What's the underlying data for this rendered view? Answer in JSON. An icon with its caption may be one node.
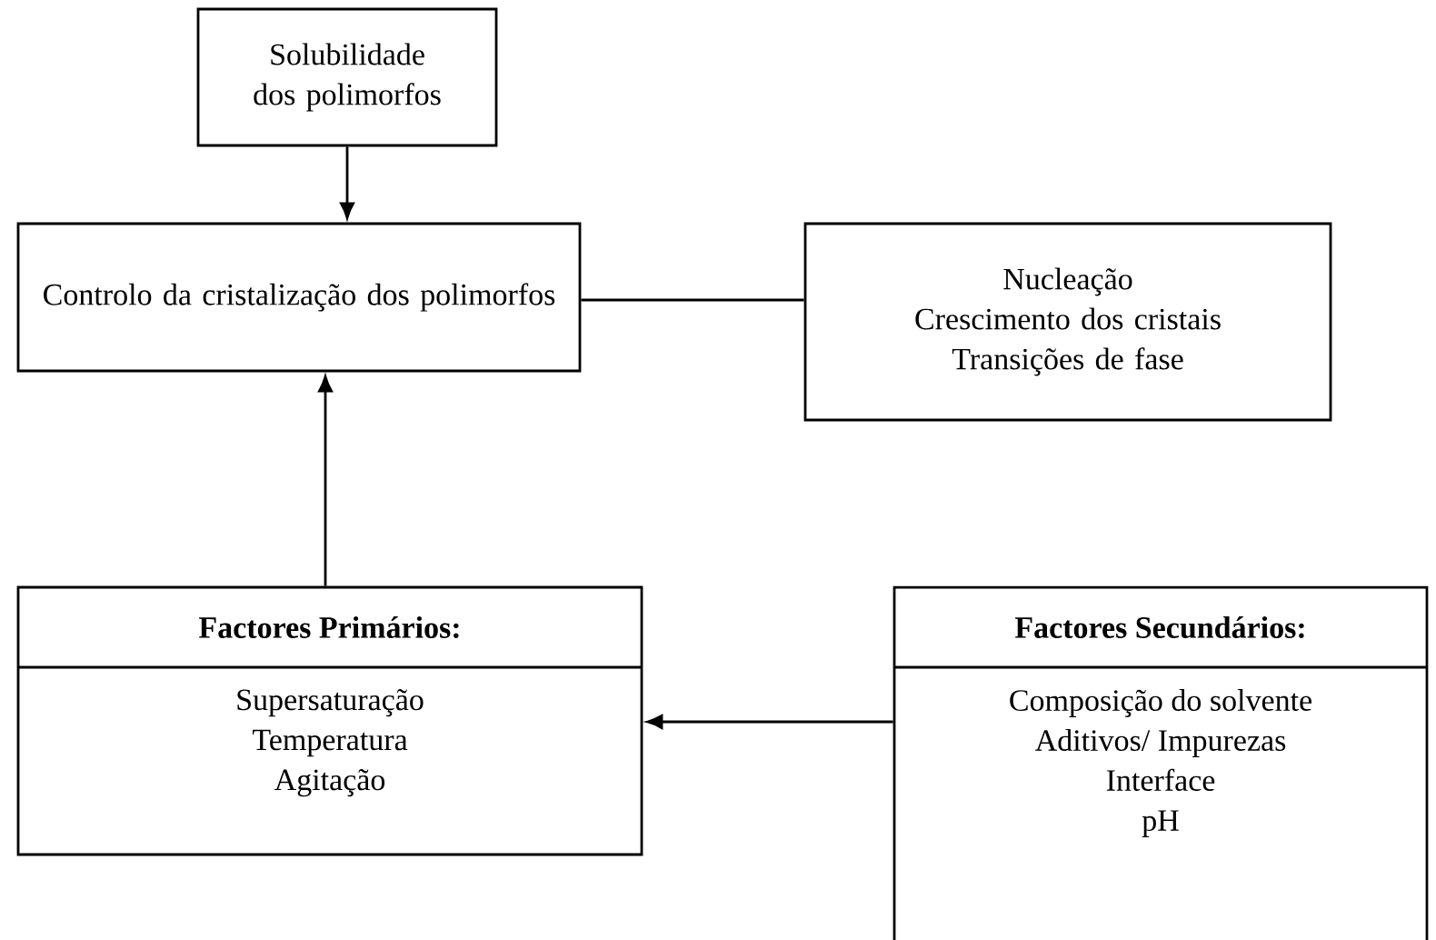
{
  "diagram": {
    "nodes": [
      {
        "text": [
          "Solubilidade dos polimorfos"
        ]
      },
      {
        "text": [
          "Controlo da cristalização dos polimorfos"
        ]
      },
      {
        "text": [
          "Nucleação",
          "Crescimento dos cristais",
          "Transições de fase"
        ]
      },
      {
        "text": [
          "Factores Primários:",
          "Supersaturação",
          "Temperatura",
          "Agitação"
        ]
      },
      {
        "text": [
          "Factores Secundários:",
          "Composição do solvente",
          "Aditivos/ Impurezas",
          "Interface",
          "pH"
        ]
      }
    ],
    "edges": [
      {
        "from": 0,
        "to": 1,
        "arrow": "to"
      },
      {
        "from": 1,
        "to": 2,
        "arrow": "none"
      },
      {
        "from": 3,
        "to": 1,
        "arrow": "to"
      },
      {
        "from": 4,
        "to": 3,
        "arrow": "to"
      }
    ]
  }
}
